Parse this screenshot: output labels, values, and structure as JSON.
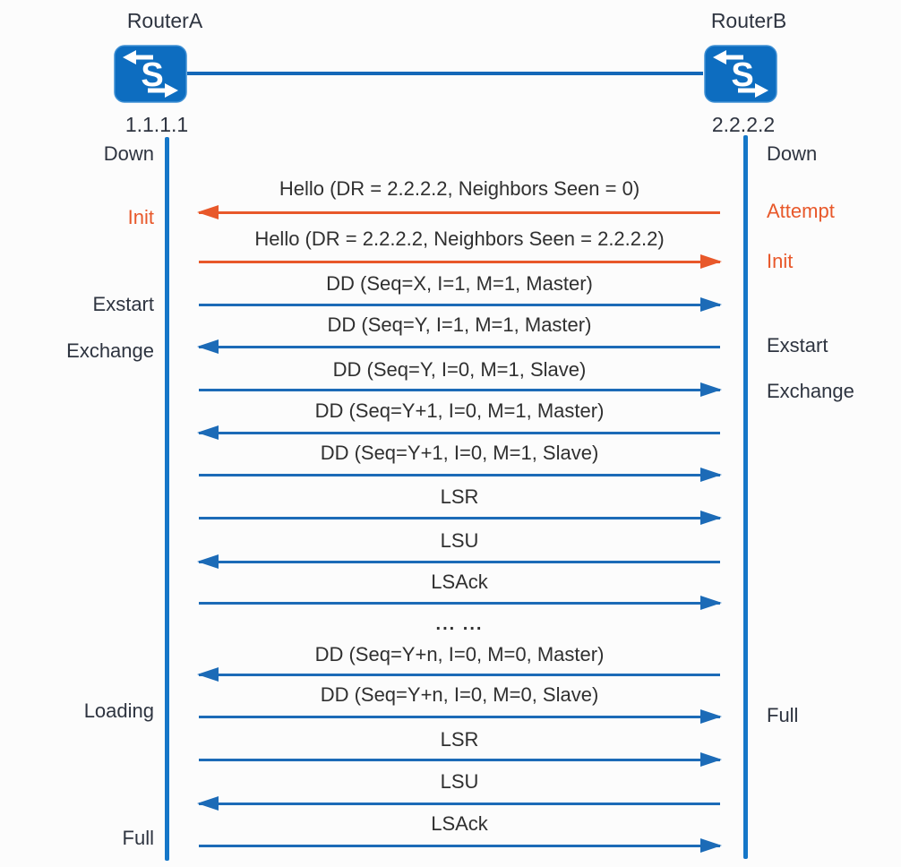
{
  "colors": {
    "arrow_blue": "#1c6bb7",
    "arrow_orange": "#e8582a",
    "lifeline_blue": "#1577c8",
    "icon_blue": "#0d6dc0",
    "link_blue": "#1468b8",
    "text_dark": "#2e3440"
  },
  "routers": {
    "a": {
      "name": "RouterA",
      "ip": "1.1.1.1",
      "icon": "switch-icon"
    },
    "b": {
      "name": "RouterB",
      "ip": "2.2.2.2",
      "icon": "switch-icon"
    }
  },
  "left_states": [
    {
      "label": "Down",
      "tone": "dark"
    },
    {
      "label": "Init",
      "tone": "orange"
    },
    {
      "label": "Exstart",
      "tone": "dark"
    },
    {
      "label": "Exchange",
      "tone": "dark"
    },
    {
      "label": "Loading",
      "tone": "dark"
    },
    {
      "label": "Full",
      "tone": "dark"
    }
  ],
  "right_states": [
    {
      "label": "Down",
      "tone": "dark"
    },
    {
      "label": "Attempt",
      "tone": "orange"
    },
    {
      "label": "Init",
      "tone": "orange"
    },
    {
      "label": "Exstart",
      "tone": "dark"
    },
    {
      "label": "Exchange",
      "tone": "dark"
    },
    {
      "label": "Full",
      "tone": "dark"
    }
  ],
  "messages": [
    {
      "label": "Hello (DR = 2.2.2.2, Neighbors Seen = 0)",
      "direction": "left",
      "color": "orange"
    },
    {
      "label": "Hello (DR = 2.2.2.2, Neighbors Seen = 2.2.2.2)",
      "direction": "right",
      "color": "orange"
    },
    {
      "label": "DD (Seq=X, I=1, M=1, Master)",
      "direction": "right",
      "color": "blue"
    },
    {
      "label": "DD (Seq=Y, I=1, M=1, Master)",
      "direction": "left",
      "color": "blue"
    },
    {
      "label": "DD (Seq=Y, I=0, M=1, Slave)",
      "direction": "right",
      "color": "blue"
    },
    {
      "label": "DD (Seq=Y+1, I=0, M=1, Master)",
      "direction": "left",
      "color": "blue"
    },
    {
      "label": "DD (Seq=Y+1, I=0, M=1, Slave)",
      "direction": "right",
      "color": "blue"
    },
    {
      "label": "LSR",
      "direction": "right",
      "color": "blue"
    },
    {
      "label": "LSU",
      "direction": "left",
      "color": "blue"
    },
    {
      "label": "LSAck",
      "direction": "right",
      "color": "blue"
    },
    {
      "label": "... ...",
      "direction": "none",
      "color": "dark"
    },
    {
      "label": "DD (Seq=Y+n, I=0, M=0, Master)",
      "direction": "left",
      "color": "blue"
    },
    {
      "label": "DD (Seq=Y+n, I=0, M=0, Slave)",
      "direction": "right",
      "color": "blue"
    },
    {
      "label": "LSR",
      "direction": "right",
      "color": "blue"
    },
    {
      "label": "LSU",
      "direction": "left",
      "color": "blue"
    },
    {
      "label": "LSAck",
      "direction": "right",
      "color": "blue"
    }
  ]
}
